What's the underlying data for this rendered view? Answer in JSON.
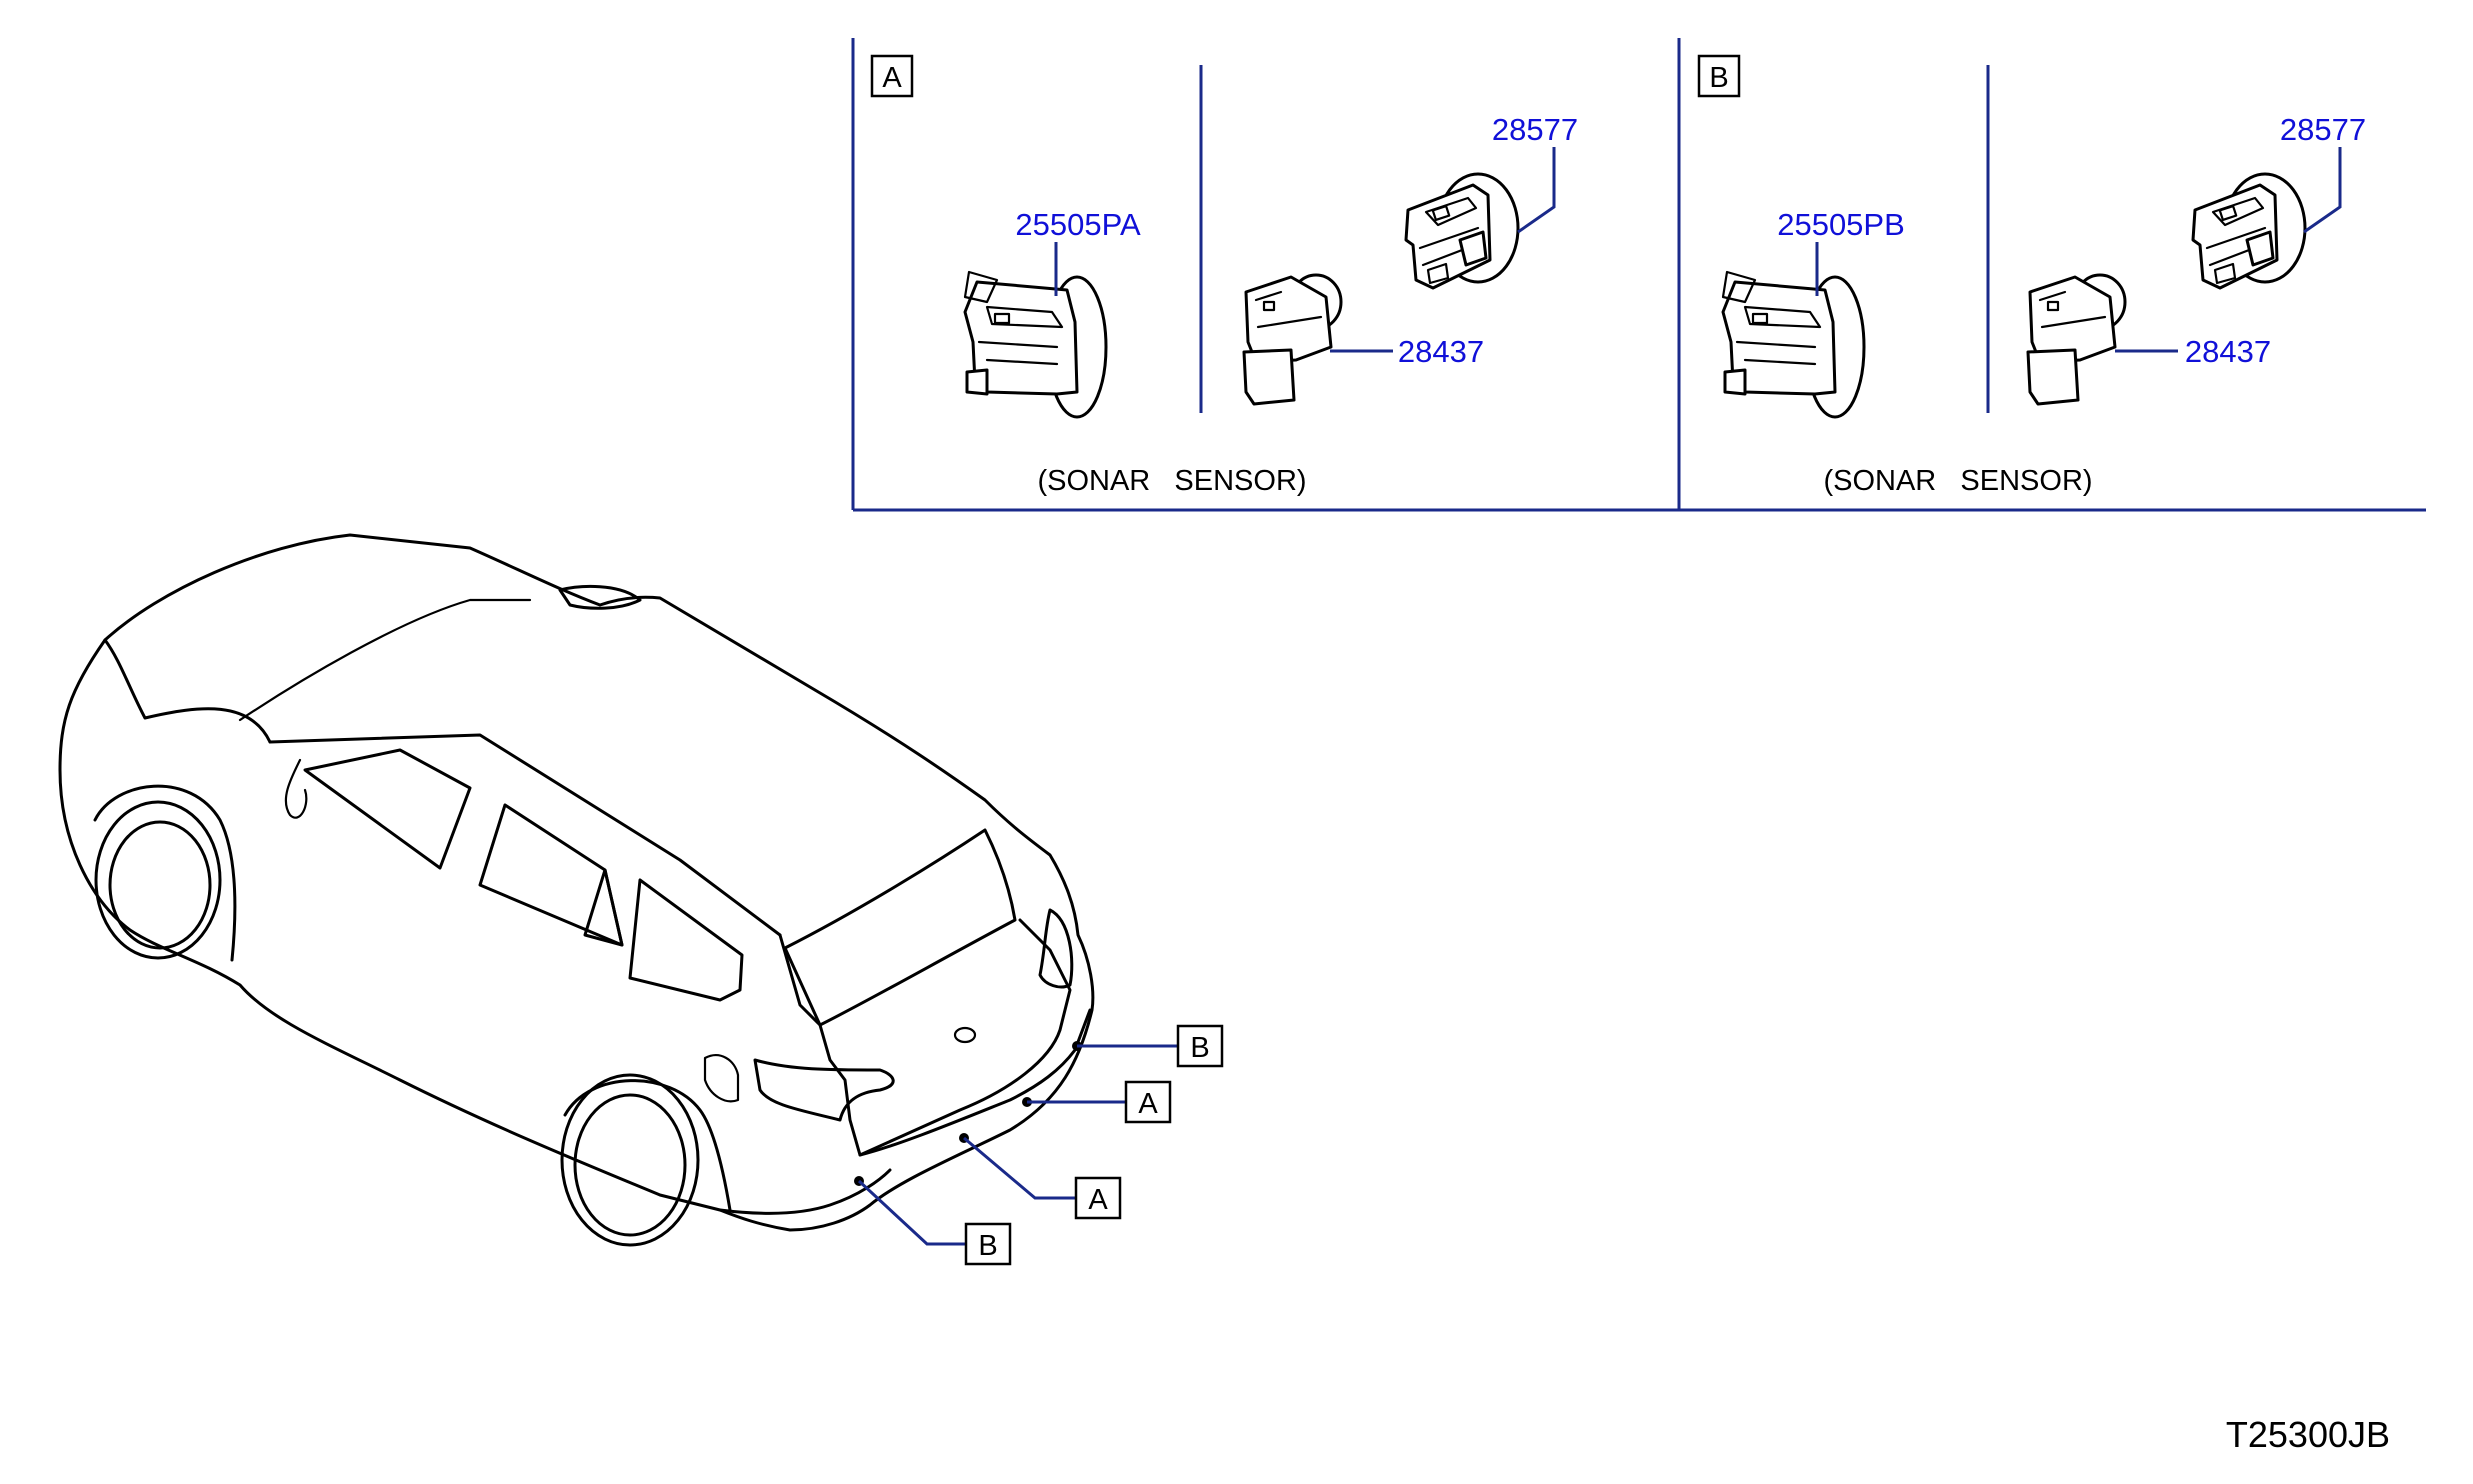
{
  "panels": [
    {
      "id": "A",
      "parts": {
        "sensor": "25505PA",
        "bracket": "28577",
        "cover": "28437"
      },
      "caption": "(SONAR   SENSOR)"
    },
    {
      "id": "B",
      "parts": {
        "sensor": "25505PB",
        "bracket": "28577",
        "cover": "28437"
      },
      "caption": "(SONAR   SENSOR)"
    }
  ],
  "callouts": [
    "B",
    "A",
    "A",
    "B"
  ],
  "diagram_code": "T25300JB",
  "colors": {
    "part_number": "#1010d8",
    "frame_lines": "#1a2a8a",
    "drawing": "#000000"
  }
}
